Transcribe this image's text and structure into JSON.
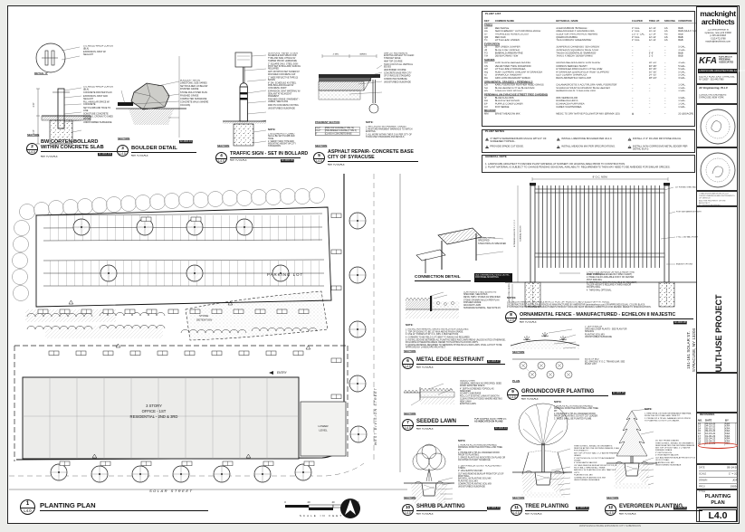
{
  "lbl": {
    "section": "SECTION",
    "nts": "NOT TO SCALE",
    "note": "NOTE:",
    "notes": "NOTES:",
    "plan_lbl": "PLAN",
    "title": "TITLE",
    "revisions": "REVISIONS"
  },
  "firm": {
    "name1": "macknight",
    "name2": "architects",
    "addr": [
      "225 west jefferson st",
      "syracuse, new york 13202",
      "p  315.424.0018",
      "f  315.472.6798",
      "macknightarchitects.com"
    ]
  },
  "kfa": {
    "logo": "KFA",
    "l1": "KEPLINGER",
    "l2": "FREEMAN",
    "l3": "ASSOCIATES",
    "band": "LANDSCAPE ARCHITECTURE & LAND PLANNING",
    "addr": "6320 FLY ROAD, EAST SYRACUSE, NY 13057  ·  315.445.7980"
  },
  "ace": {
    "name": "AC Engineering, PLLC",
    "l1": "CONSULTING ENGINEERS",
    "l2": "SYRACUSE, NEW YORK"
  },
  "copyright": [
    "© MACKNIGHT ARCHITECTS LLP",
    "THESE DRAWINGS ARE INSTRUMENTS OF SERVICE",
    "AND THE PROPERTY OF THE ARCHITECT.",
    "ALL RIGHTS RESERVED."
  ],
  "project": {
    "name": "PIDA MULTI-USE PROJECT",
    "addr1": "151-161 SOLAR ST.",
    "addr2": "SYRACUSE, NY 13204"
  },
  "revisions": {
    "header": [
      [
        "NO.",
        "DATE",
        "BY"
      ]
    ],
    "rows": [
      [
        "12",
        "03-14-22",
        "KFA"
      ],
      [
        "13",
        "04-22-22",
        "KFA"
      ],
      [
        "14",
        "05-01-22",
        "KFA"
      ],
      [
        "15",
        "09-15-22",
        "KFA"
      ],
      [
        "16",
        "10-15-22",
        "KFA"
      ],
      [
        "17",
        "01-30-23",
        "KFA"
      ],
      [
        "18",
        "02-24-23",
        "KFA"
      ],
      [
        "19",
        "03-09-23",
        "KFA"
      ],
      [
        "20",
        "04-14-23",
        "KFA"
      ]
    ]
  },
  "fields": {
    "rows": [
      [
        "DATE",
        "09-14-20"
      ],
      [
        "SCALE",
        "1\" = 20'"
      ],
      [
        "DRAWN",
        "JGR"
      ],
      [
        "PROJ.",
        "19034"
      ]
    ]
  },
  "sheet": {
    "title1": "PLANTING",
    "title2": "PLAN",
    "number": "L4.0",
    "footer": "WASTE ENCLOSURE EXPANSION CITY SUBMISSION"
  },
  "plant_list": {
    "title": "PLANT LIST",
    "header": [
      [
        "KEY",
        "COMMON NAME",
        "BOTANICAL NAME",
        "CALIPER",
        "TREE HT.",
        "SPACING",
        "CONDITION"
      ]
    ],
    "rows": [
      "TREES",
      [
        "AR",
        "RED MAPLE",
        "ACER RUBRUM 'BOWHALL'",
        "3\" CAL.",
        "12'-14'",
        "AS",
        "B&B"
      ],
      [
        "AG",
        "SERVICEBERRY 'AUTUMN BRILLIANCE'",
        "AMELANCHIER X GRANDIFLORA",
        "2\" CAL.",
        "10'-12'",
        "AS",
        "B&B (MULTI STEM)"
      ],
      [
        "GT",
        "THORNLESS HONEYLOCUST",
        "GLEDITSIA TRIACANTHOS INERMIS",
        "2.5\"-3\" CAL.",
        "12'-14'",
        "AS",
        "B&B"
      ],
      [
        "QR",
        "RED OAK",
        "QUERCUS RUBRA",
        "3\" CAL.",
        "12'-14'",
        "AS",
        "B&B"
      ],
      [
        "TC",
        "LITTLE LEAF LINDEN",
        "TILIA CORDATA 'GREENSPIRE'",
        "3\" CAL.",
        "12'-14'",
        "AS",
        "B&B"
      ],
      "EVERGREEN",
      [
        "JS",
        "SEA GREEN JUNIPER",
        "JUNIPERUS CHINENSIS 'SEA GREEN'",
        "–",
        "–",
        "–",
        "5 GAL."
      ],
      [
        "JB",
        "BLUE STAR JUNIPER",
        "JUNIPERUS SQUAMATA 'BLUE STAR'",
        "–",
        "–",
        "–",
        "3 GAL."
      ],
      [
        "TO",
        "EMERALD ARBORVITAE",
        "THUJA OCCIDENTALIS 'SMARAGD'",
        "–",
        "5'-6'",
        "–",
        "B&B"
      ],
      [
        "TM",
        "DENSIFORMIS YEW",
        "TAXUS X MEDIA 'DENSIFORMIS'",
        "–",
        "2'-3'",
        "–",
        "B&B"
      ],
      "SHRUBS",
      [
        "HA",
        "LOW SCAPE HEDGER ARONIA",
        "ARONIA MELANOCARPA 'LOW SCAPE'",
        "–",
        "18\"-24\"",
        "–",
        "3 GAL."
      ],
      [
        "CS",
        "VELVET RED TWIG DOGWOOD",
        "CORNUS SERICEA 'ISANTI'",
        "–",
        "30\"-36\"",
        "–",
        "5 GAL."
      ],
      [
        "HP",
        "LITTLE LIME HYDRANGEA",
        "HYDRANGEA PANICULATA 'LITTLE LIME'",
        "–",
        "30\"-36\"",
        "–",
        "5 GAL."
      ],
      [
        "HQ",
        "RUBY SLIPPERS OAKLEAF HYDRANGEA",
        "HYDRANGEA QUERCIFOLIA 'RUBY SLIPPERS'",
        "–",
        "30\"-36\"",
        "–",
        "5 GAL."
      ],
      [
        "IG",
        "SHAMROCK INKBERRY",
        "ILEX GLABRA 'SHAMROCK'",
        "–",
        "24\"-30\"",
        "–",
        "5 GAL."
      ],
      [
        "RA",
        "GRO-LOW FRAGRANT SUMAC",
        "RHUS AROMATICA 'GRO-LOW'",
        "–",
        "18\"-24\"",
        "–",
        "3 GAL."
      ],
      "ORNAMENTAL GRASSES + PERENNIALS",
      [
        "CA",
        "KARL FOERSTER FEATHER REED GRASS",
        "CALAMAGROSTIS X ACUTIFLORA 'KARL FOERSTER'",
        "–",
        "–",
        "–",
        "1 GAL."
      ],
      [
        "SH",
        "BLUE HEAVEN LITTLE BLUESTEM",
        "SCHIZACHYRIUM SCOPARIUM 'BLUE HEAVEN'",
        "–",
        "–",
        "–",
        "1 GAL."
      ],
      [
        "HS",
        "STELLA D'ORO DAYLILY",
        "HEMEROCALLIS 'STELLA DE ORO'",
        "–",
        "–",
        "–",
        "1 GAL."
      ],
      "PERENNIAL (IN SYRACUSE STREET TREE GARDENS)",
      [
        "IV",
        "BLUE FLAG IRIS",
        "IRIS VERSICOLOR",
        "–",
        "–",
        "–",
        "1 GAL."
      ],
      [
        "RH",
        "BLACK EYED SUSAN",
        "RUDBECKIA HIRTA",
        "–",
        "–",
        "–",
        "1 GAL."
      ],
      [
        "EP",
        "PURPLE CONEFLOWER",
        "ECHINACEA PURPUREA",
        "–",
        "–",
        "–",
        "1 GAL."
      ],
      [
        "CV",
        "FOX SEDGE",
        "CAREX VULPINOIDEA",
        "–",
        "–",
        "–",
        "1 GAL."
      ],
      "MEADOW",
      [
        "MM",
        "ERNST MEADOW MIX",
        "MESIC TO DRY NATIVE POLLINATOR MIX (ERNMX-153)",
        "▨",
        "–",
        "–",
        "20 LBS/ACRE"
      ]
    ]
  },
  "plant_notes": {
    "title": "PLANT NOTES",
    "notes": [
      [
        "1",
        "3\" DEPTH SHREDDED BARK MULCH WITH 6\" OF SCREENED TOPSOIL."
      ],
      [
        "3",
        "INSTALL LIMESTONE BOULDER PER 3/L4.0."
      ],
      [
        "5",
        "INSTALL 4\"-6\" RC AND RR STONE MULCH."
      ],
      [
        "2",
        "PROVIDE SPADE CUT EDGE."
      ],
      [
        "4",
        "INSTALL MEADOW MIX PER SPECIFICATIONS."
      ],
      [
        "6",
        "INSTALL NON-CORROSIVE METAL EDGER PER DETAIL 6/L4.0."
      ]
    ]
  },
  "general_note": {
    "title": "GENERAL NOTE",
    "lines": [
      "1. LANDSCAPE ARCHITECT TO REVIEW PLANT MATERIAL AT NURSERY OR HOLDING AREA PRIOR TO CONSTRUCTION.",
      "2. PLANT MATERIAL IS SUBJECT TO CHANGE PENDING SEASONAL AVAILABILITY. REQUIREMENTS THEN MAY NEED TO BE AMENDED FOR SIMILAR SPECIES."
    ]
  },
  "plan": {
    "bubble_no": "1",
    "bubble_sheet": "L4.0",
    "title": "PLANTING PLAN",
    "labels": {
      "parking": "PARKING LOT",
      "street_right": "WEST DIVISION STREET",
      "street_bottom": "SOLAR STREET",
      "stone1": "STONE",
      "stone2": "DETENTION",
      "entry": "ENTRY",
      "lower1": "LOWER",
      "lower2": "LEVEL",
      "bldg1": "3 STORY",
      "bldg2": "OFFICE - 1ST",
      "bldg3": "RESIDENTIAL - 2ND & 3RD"
    },
    "scale": {
      "t0": "0",
      "t1": "20",
      "t2": "40",
      "t3": "60",
      "label": "SCALE IN FEET"
    }
  },
  "details": {
    "bollard": {
      "no": "2",
      "sheet": "L4.0",
      "title1": "BW CORTEN BOLLARD",
      "title2": "WITHIN CONCRETE SLAB",
      "ref": "02-4003-002",
      "detail_x": "DETAIL 'X'",
      "dx_callouts": [
        "STL ANGLE 4x4x1/4 CORTEN (BLK)",
        "EXPANSION JOINT W/ SEALANT"
      ],
      "callouts": [
        "STL ANGLE 4x4x1/4 CORTEN (BLK)",
        "CONCRETE PAD PER PLAN",
        "EXPANSION JOINT AND SEALANT",
        "FILL ANNULAR SPACE W/ CONCRETE",
        "SET PLUMB AND TRUE TO LINE",
        "SONOTUBE CONCRETE FOOTING, CROWN TO SHED WATER",
        "UNDISTURBED SUBGRADE"
      ]
    },
    "boulder": {
      "no": "3",
      "sheet": "L4.0",
      "title1": "BOULDER DETAIL",
      "ref": "02-4003-04",
      "callouts": [
        "BOULDER - NATIVE LIMESTONE, SIZE VARIES",
        "SET BOULDER 1/3 BELOW FINISHED GRADE",
        "STONE MULCH PER PLAN",
        "FINISHED GRADE",
        "COMPACTED SUBGRADE",
        "CONCRETE WALK (WHERE OCCURS)"
      ]
    },
    "traffic": {
      "no": "4",
      "sheet": "L4.0",
      "title1": "TRAFFIC SIGN - SET IN BOLLARD",
      "ref": "02-4003-09",
      "callouts": [
        "SIGN PLATE - REFER TO SIGN SCHEDULE AND SPECS FOR TYPE AND SIZE; ATTACH W/ TAMPER PROOF HARDWARE",
        "2\" SQUARE GALV. STEEL SIGN POST SET IN BOLLARD, SHIM AS REQUIRED",
        "ANTI-ROTATION SET SCREW AT ROUNDED CONCRETE CAP",
        "1\" WIDE REFLECTIVE TAPE (2) BANDS",
        "8\" DIA. SCHEDULE 40 STEEL PIPE BOLLARD FILLED W/ CONCRETE; PAINT",
        "EXPANSION JOINT MATERIAL W/ SEALANT AT ADJACENT PAVEMENT",
        "FINISHED GRADE / PAVEMENT - VARIES, SEE PLANS",
        "3000 PSI CONCRETE FOOTING",
        "UNDISTURBED SUBGRADE"
      ],
      "note": [
        "1. BOLLARD/POST COMBO SHALL BE SET PLUMB AND TRUE.",
        "2. VERIFY SIGN TYPE AND MOUNTING HEIGHT W/ CITY STANDARDS."
      ]
    },
    "asphalt": {
      "no": "5",
      "sheet": "L4.0",
      "title1": "ASPHALT REPAIR- CONCRETE BASE",
      "title2": "CITY OF SYRACUSE",
      "ref": "02-4003-10",
      "callouts": [
        "SAW CUT AND REMOVE EXISTING ASPHALT TO CLEAN STRAIGHT EDGE",
        "HMA TOP COURSE",
        "TACK COAT AT ALL VERTICAL EDGES",
        "HMA BINDER COURSE",
        "CONCRETE BASE PER CITY OF SYRACUSE STANDARD",
        "COMPACTED SUBBASE",
        "UNDISTURBED SUBGRADE"
      ],
      "table_title": "PAVEMENT SECTION",
      "table": [
        [
          "2 1/2\"",
          "HMA TOP COURSE (TYPE 7F)"
        ],
        [
          "6 1/2\"",
          "HMA BINDER COURSE (TYPE 3)"
        ],
        [
          "8\"",
          "CLASS A CONCRETE BASE"
        ]
      ],
      "note": [
        "1. MATCH EXISTING PAVEMENT GRADES.",
        "2. RESTORE PAVEMENT MARKINGS TO MATCH EXISTING.",
        "3. ALL WORK WITHIN THE R.O.W. PER CITY OF SYRACUSE STANDARDS AND DETAILS."
      ]
    },
    "connection": {
      "title1": "CONNECTION DETAIL",
      "refbox": "SEE ORNAMENTAL FENCE DETAIL FOR PANEL MOUNTING",
      "callouts": [
        "CONNECTOR AS SPECIFIED",
        "STANCHION AS SPECIFIED"
      ]
    },
    "edge": {
      "no": "6",
      "sheet": "L4.0",
      "title1": "METAL EDGE RESTRAINT",
      "ref": "02-4003-07",
      "callouts": [
        "CONTINUOUS STEEL EDGING AS SPECIFIED, SEE NOTES",
        "METAL TABS / STAKES AS SPECIFIED",
        "STONE OR BARK MULCH PER PLAN",
        "FINISHED GRADE",
        "ADJACENT LAWN",
        "SUBGRADE MATERIAL, SEE NOTE #4"
      ],
      "notes": [
        "1. INSTALL PER MANUFACTURER'S INSTALLATION GUIDELINES.",
        "2. TOP OF EDGING TO BE 1/2\" MAX ABOVE FINISH GRADE.",
        "3. USE 12\" STAKES AT 30\" O.C. (MIN. 4 PER SECTION).",
        "4. CORNERS TO BE FIELD CUT / BENT TO RADIUS AS REQUIRED.",
        "5. INSTALL EDGING BETWEEN ALL PLANTING BEDS AND LAWN AREAS UNLESS NOTED OTHERWISE, INCLUDING AT MEADOW AREAS. REFER TO PLANTING PLAN FOR LIMITS.",
        "6. EDGING MATERIAL REQUIRED TO SEPARATE STONE MULCH AND LAWN. FINAL LAYOUT TO BE APPROVED BY LANDSCAPE ARCHITECT."
      ]
    },
    "lawn": {
      "no": "7",
      "sheet": "L4.0",
      "title1": "SEEDED LAWN",
      "ref": "02-4003-04",
      "side1": "FOR SLOPES LESS THAN 3:1",
      "side2": "AS INDICATED ON PLANS",
      "callouts": [
        "SEEDED LAWN",
        "GENERAL SEED MIX AS SPECIFIED; SEED DOWN RATE PER SPECS",
        "4\" DEPTH SCREENED TOPSOIL AS SPECIFIED",
        "SCARIFY SUBGRADE",
        "ROLL CUT EXISTING LAWN AT SMOOTH CLEAN STRAIGHT EDGE WHERE MEETING NEW LAWN",
        "EXISTING LAWN"
      ]
    },
    "fence": {
      "no": "8",
      "sheet": "L4.0",
      "title1": "ORNAMENTAL FENCE - MANUFACTURED - ECHELON II MAJESTIC",
      "ref": "02-4003-08",
      "dim_top": "8' O.C. NOM.",
      "dim_picket": "2 3/4\" TYPICAL",
      "dim_left1": "EXTENDED HEIGHTS 3', 4', 5', 6'",
      "dim_left2": "NOMINAL HEIGHT",
      "dim_left3": "3'-0\" MIN. FOOTING DEPTH",
      "co1": "1/2\" FORGED STEEL RAIL",
      "co2": "POST SIZE VARIES W/ HEIGHT",
      "co3": "1\" SQ. x .062 WALL PICKET",
      "co4": "BRACKET OPTIONS",
      "mini_notes": [
        "1. POST SIZE DEPENDS ON FENCE HEIGHT AND WIND LOADS (SEE ECHELON II SPEC CHART).",
        "2. PANELS ALSO AVAILABLE FOR 6' ON CENTER POST SPACING.",
        "3. ADDITIONAL HEIGHTS AVAILABLE ON REQUEST; TALLER HEIGHTS REQUIRE A THIRD AND/OR FOURTH RAIL.",
        "4. THIRD RAIL OPTIONAL."
      ],
      "notes": [
        "1. ECHELON II MAJESTIC RAIL FENCE WITH 2.5\" POST, 3/4\" PICKETS TO BE UTILIZED FOR 4' HT. FENCE.",
        "2. CONTRACTOR TO INSTALL RAIL FENCE AS MANUFACTURED BY AMERISTAR (ameristarfence.com) OR APPROVED EQUAL. COLOR: BLACK.",
        "3. CONTRACTOR TO PROVIDE MANUFACTURER'S PRODUCT DATA AND SHOP DRAWING SUBMITTALS FOR REVIEW. REFER TO SPECIFICATIONS."
      ]
    },
    "ground": {
      "no": "9",
      "sheet": "L4.0",
      "title1": "GROUNDCOVER PLANTING",
      "ref": "02-4003-05",
      "callouts": [
        "3\" DEPTH MULCH",
        "GROUNDCOVER PLANTS - SEE PLAN FOR SPACING",
        "PLANTING SOIL MIX",
        "UNDISTURBED SUBGRADE"
      ],
      "plan_callouts": [
        "EDGE OF BED",
        "EQ. SPACING 'X' O.C. TRIANGULAR, SEE PLANT LIST"
      ]
    },
    "shrub": {
      "no": "10",
      "sheet": "L4.0",
      "title1": "SHRUB PLANTING",
      "ref": "02-4003-03",
      "notes": [
        "1. REMOVE ALL NON-BIODEGRADABLE MATERIAL FROM THE ROOT BALL AND TREE PIT.",
        "2. PRUNE DIP & TIP ALL DAMAGED WOOD PRIOR TO PLANTING.",
        "3. SPACE PLANTS AS INDICATED ON PLANS OR AS NOTED IN PLANT SCHEDULE."
      ],
      "callouts": [
        "3\" DEPTH MULCH; DO NOT PLACE AGAINST STEMS",
        "4\" HIGH EARTH SAUCER",
        "CUT AND REMOVE BURLAP FROM TOP 1/3 OF ROOT BALL",
        "BACKFILL W/ PLANTING SOIL MIX",
        "PLANTING SOIL MIX",
        "COMPACTED PLANTING SOIL MIX",
        "UNDISTURBED SUBGRADE"
      ]
    },
    "tree": {
      "no": "11",
      "sheet": "L4.0",
      "title1": "TREE PLANTING",
      "ref": "02-4003-01",
      "notes": [
        "1. REMOVE ALL NON-BIODEGRADABLE MATERIAL FROM THE ROOT BALL AND TREE PIT.",
        "2. PRUNE DIP & TIP ALL DAMAGED WOOD PRIOR TO PLANTING; DO NOT CUT LEADER.",
        "3. TREES SHALL BE PLANTED PLUMB."
      ],
      "callouts": [
        "TREE GUYING - INSTALL W/ GROMMETS; REMOVE AFTER ONE GROWING SEASON; FLAG FOR VISIBILITY",
        "SET TOP OF ROOT BALL 1\"-2\" ABOVE FINISHED GRADE",
        "3\" DEPTH MULCH; DO NOT PLACE AGAINST TRUNK",
        "4\" HIGH EARTH SAUCER",
        "CUT AND REMOVE BURLAP FROM TOP 1/3 OF ROOT BALL; REMOVE ALL TWINE",
        "BACKFILL W/ PLANTING SOIL MIX; TAMP IN 6\" LIFTS",
        "PLANTING SOIL MIX",
        "COMPACTED PLANTING SOIL MIX",
        "UNDISTURBED SUBGRADE"
      ]
    },
    "evergreen": {
      "no": "12",
      "sheet": "L4.0",
      "title1": "EVERGREEN PLANTING",
      "ref": "02-4003-06",
      "notes": [
        "1. REMOVE ALL NON-BIODEGRADABLE MATERIAL FROM THE ROOT BALL AND TREE PIT.",
        "2. PRUNE DIP & TIP ALL DAMAGED WOOD PRIOR TO PLANTING; DO NOT CUT LEADER."
      ],
      "callouts": [
        "DO NOT PRUNE LEADER",
        "TREE GUYING - INSTALL W/ GROMMETS; REMOVE AFTER ONE GROWING SEASON",
        "SET TOP OF ROOT BALL 1\"-2\" ABOVE FINISHED GRADE",
        "3\" DEPTH MULCH",
        "4\" HIGH EARTH SAUCER",
        "CUT AND REMOVE BURLAP FROM TOP 1/3 OF ROOT BALL",
        "PLANTING SOIL MIX",
        "UNDISTURBED SUBGRADE"
      ]
    }
  }
}
